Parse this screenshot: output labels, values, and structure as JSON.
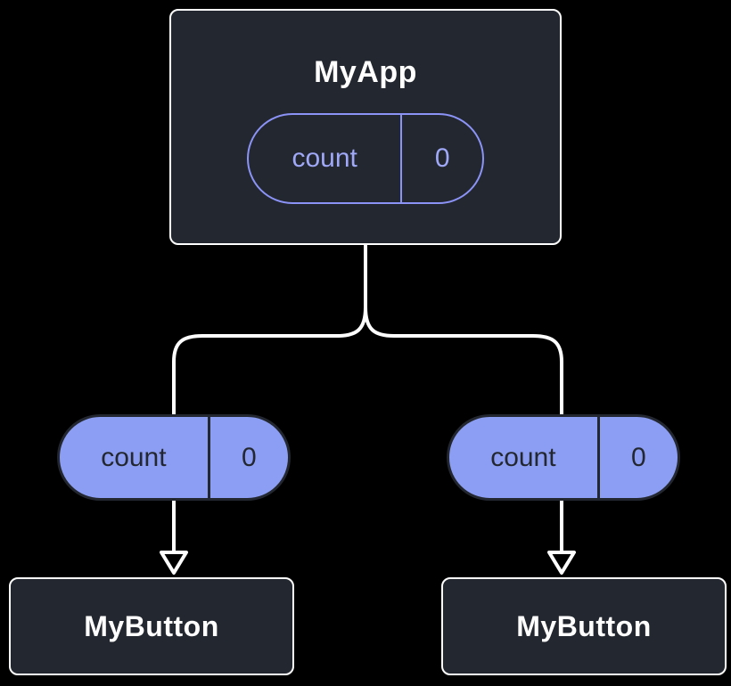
{
  "root": {
    "title": "MyApp",
    "state": {
      "name": "count",
      "value": "0"
    }
  },
  "left_prop": {
    "name": "count",
    "value": "0"
  },
  "right_prop": {
    "name": "count",
    "value": "0"
  },
  "left_child": {
    "title": "MyButton"
  },
  "right_child": {
    "title": "MyButton"
  },
  "colors": {
    "background": "#000000",
    "node_fill": "#23272f",
    "node_border": "#ffffff",
    "pill_outline": "#8b93f6",
    "pill_outline_text": "#a0a8f8",
    "pill_solid_fill": "#8c9ef4",
    "pill_solid_text": "#23272f",
    "connector": "#ffffff"
  }
}
